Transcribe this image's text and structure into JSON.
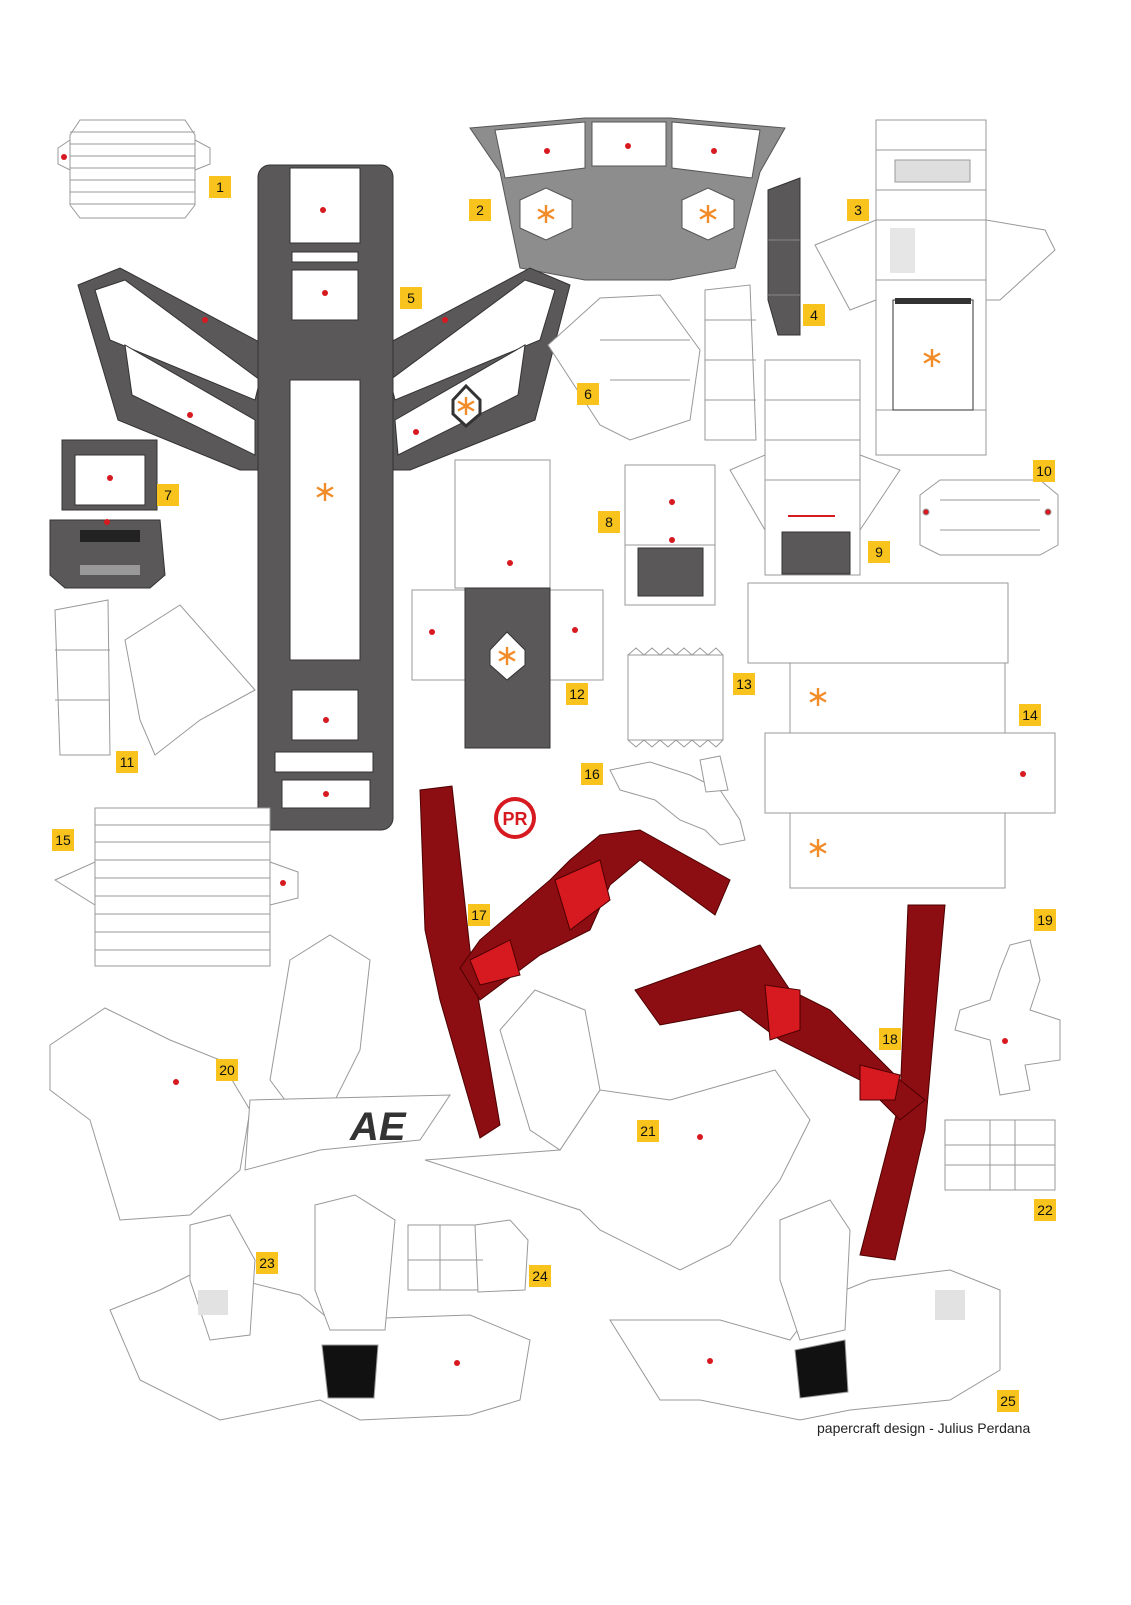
{
  "piece_numbers": [
    "1",
    "2",
    "3",
    "4",
    "5",
    "6",
    "7",
    "8",
    "9",
    "10",
    "11",
    "12",
    "13",
    "14",
    "15",
    "16",
    "17",
    "18",
    "19",
    "20",
    "21",
    "22",
    "23",
    "24",
    "25"
  ],
  "credit": "papercraft design - Julius Perdana",
  "logo_text": "AE",
  "badge_text": "PR",
  "colors": {
    "dark_gray": "#5a5858",
    "mid_gray": "#8e8d8d",
    "red": "#8c0d12",
    "bright_red": "#d71920",
    "accent_orange": "#f28c28",
    "label_yellow": "#f7c31c"
  }
}
